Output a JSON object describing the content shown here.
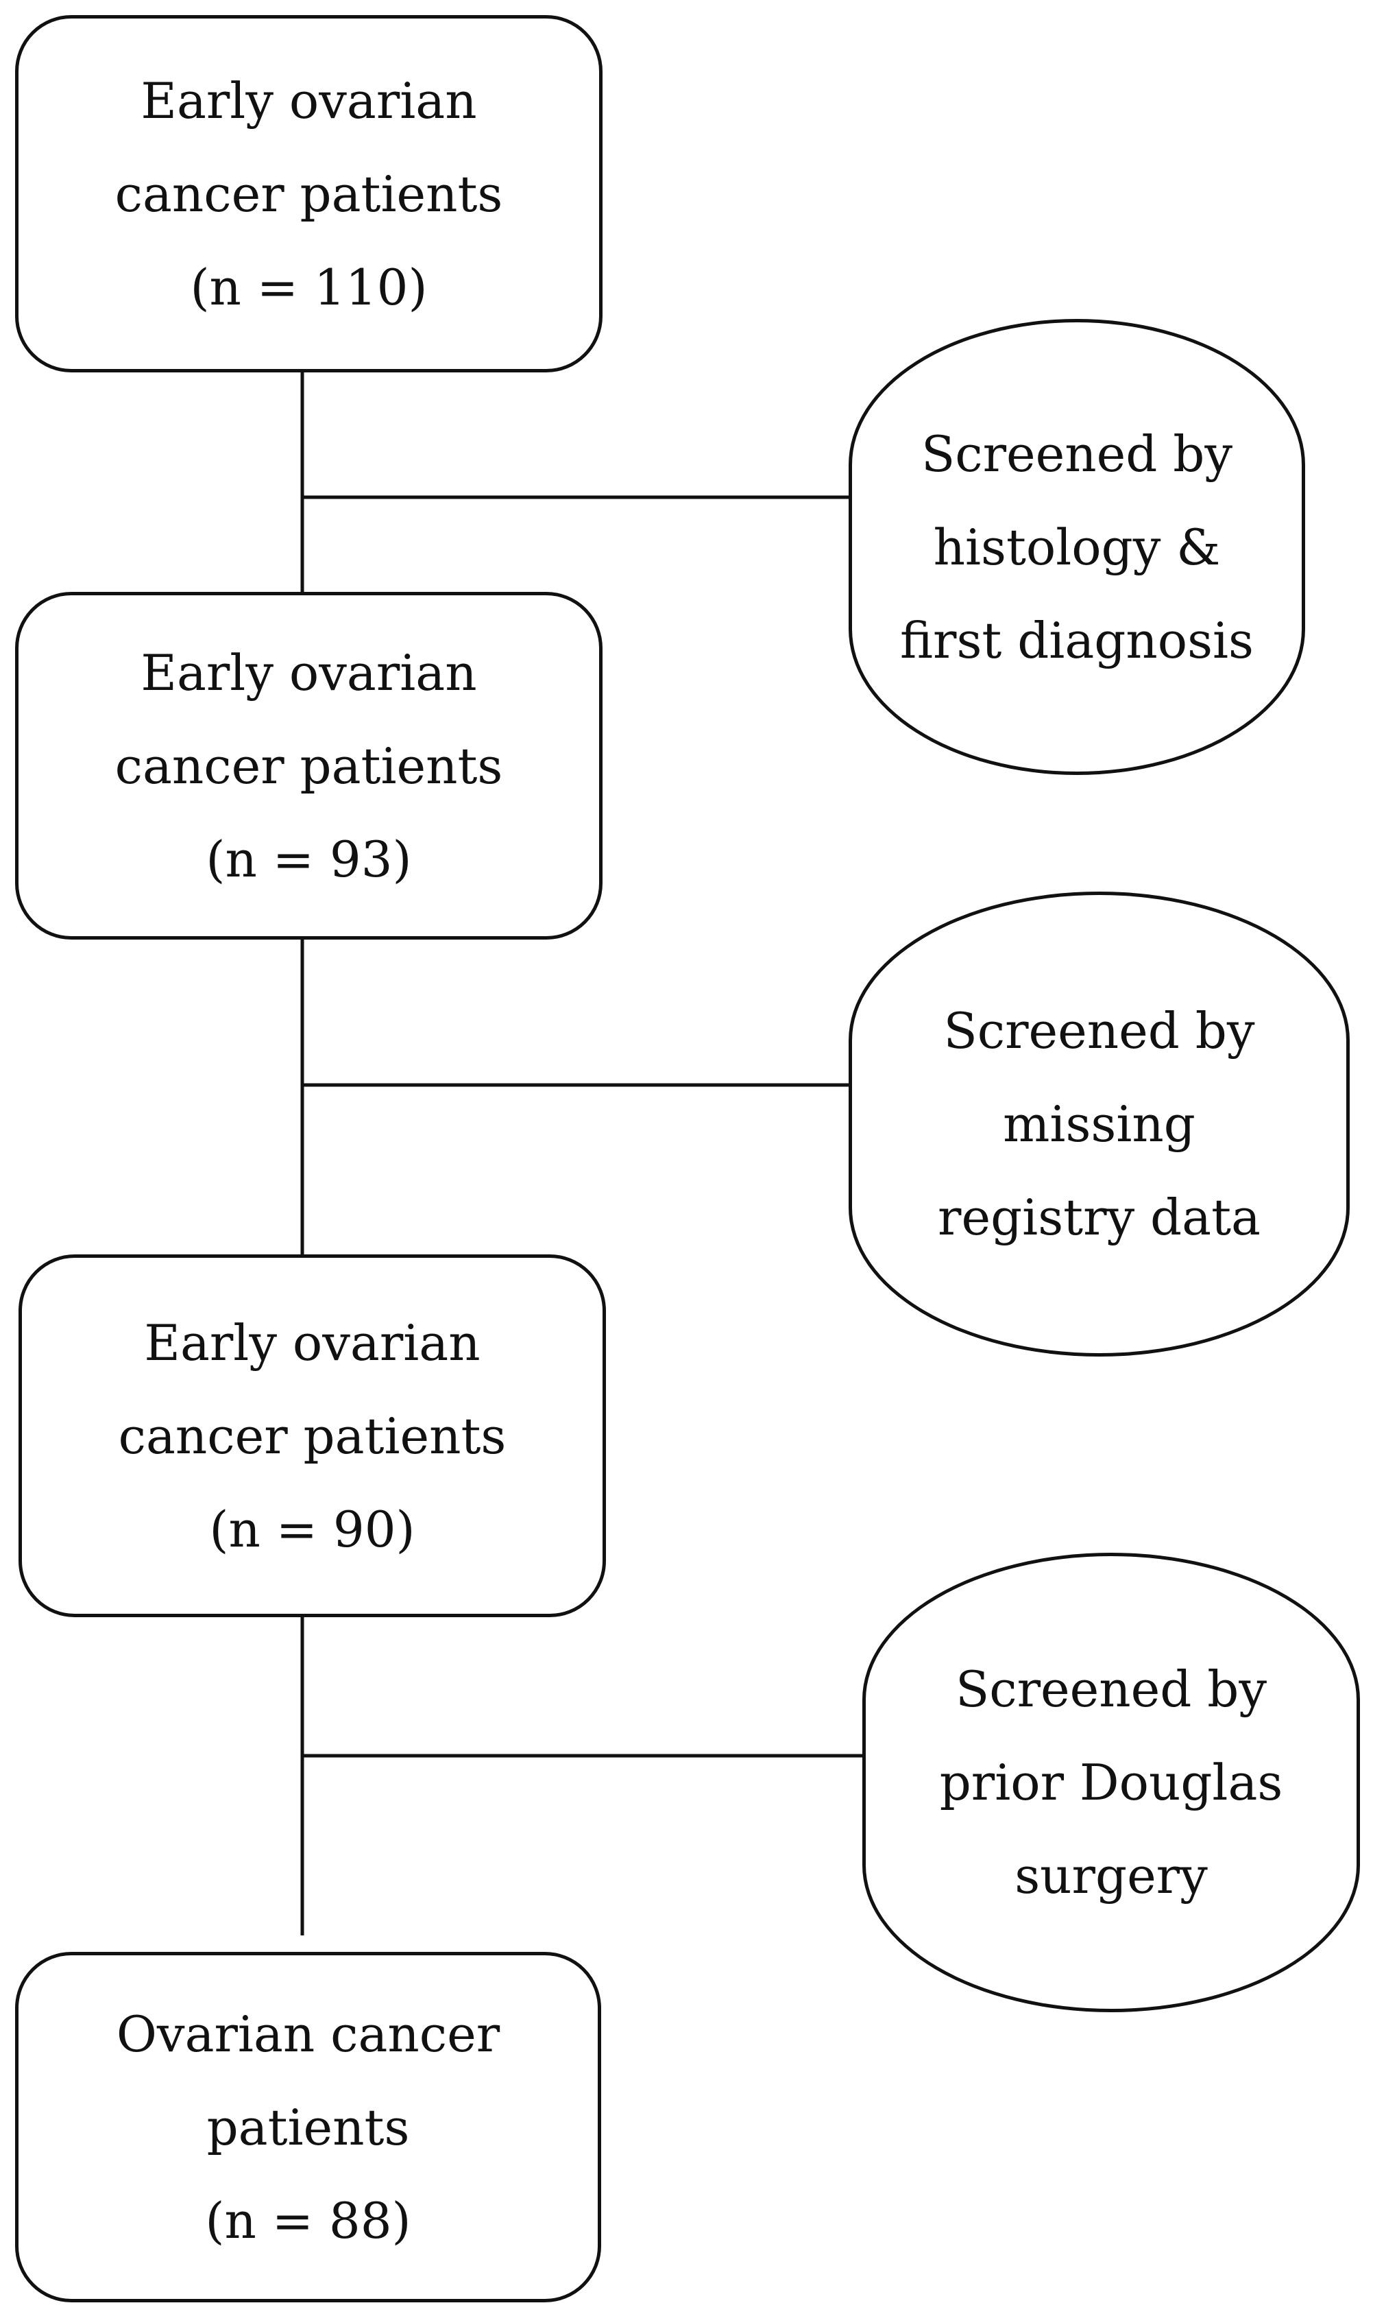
{
  "flow": {
    "stages": [
      {
        "lines": [
          "Early ovarian",
          "cancer patients",
          "(n = 110)"
        ]
      },
      {
        "lines": [
          "Early ovarian",
          "cancer patients",
          "(n = 93)"
        ]
      },
      {
        "lines": [
          "Early ovarian",
          "cancer patients",
          "(n = 90)"
        ]
      },
      {
        "lines": [
          "Ovarian cancer",
          "patients",
          "(n = 88)"
        ]
      }
    ],
    "screens": [
      {
        "lines": [
          "Screened by",
          "histology &",
          "first diagnosis"
        ]
      },
      {
        "lines": [
          "Screened by",
          "missing",
          "registry data"
        ]
      },
      {
        "lines": [
          "Screened by",
          "prior Douglas",
          "surgery"
        ]
      }
    ]
  }
}
